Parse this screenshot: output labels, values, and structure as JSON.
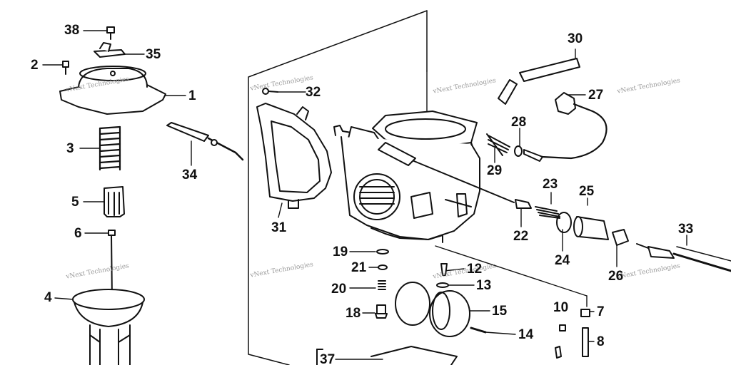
{
  "watermark": "vNext Technologies",
  "labels": {
    "p1": "1",
    "p2": "2",
    "p3": "3",
    "p4": "4",
    "p5": "5",
    "p6": "6",
    "p7": "7",
    "p8": "8",
    "p10": "10",
    "p12": "12",
    "p13": "13",
    "p14": "14",
    "p15": "15",
    "p18": "18",
    "p19": "19",
    "p20": "20",
    "p21": "21",
    "p22": "22",
    "p23": "23",
    "p24": "24",
    "p25": "25",
    "p26": "26",
    "p27": "27",
    "p28": "28",
    "p29": "29",
    "p30": "30",
    "p31": "31",
    "p32": "32",
    "p33": "33",
    "p34": "34",
    "p35": "35",
    "p37": "37",
    "p38": "38"
  }
}
